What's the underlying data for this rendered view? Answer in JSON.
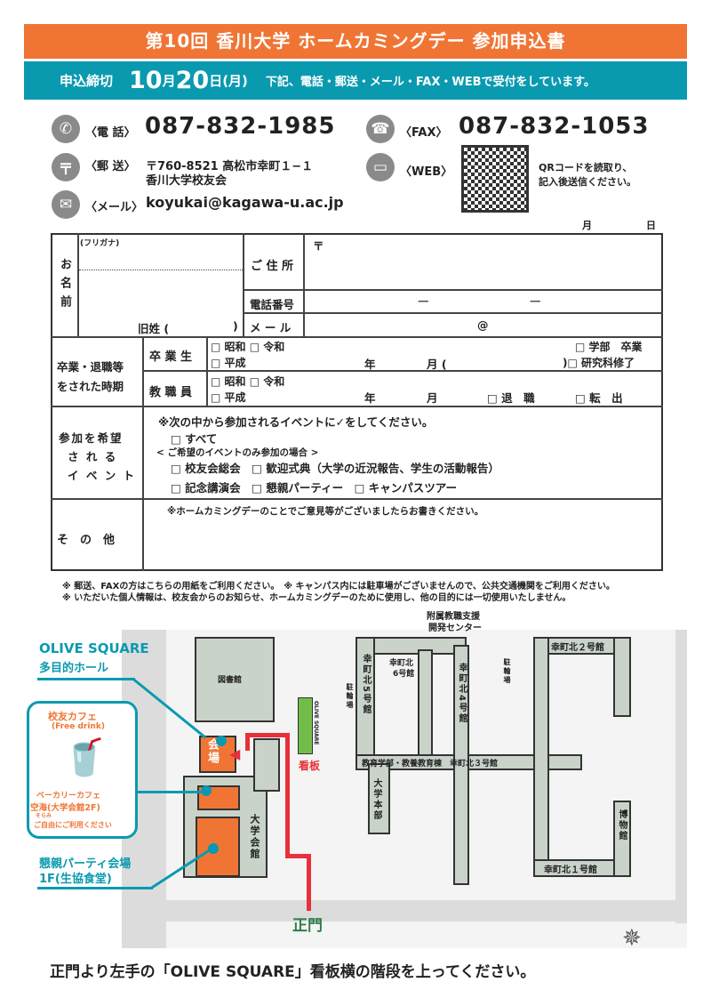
{
  "header": {
    "title": "第10回 香川大学 ホームカミングデー 参加申込書",
    "deadline_label": "申込締切",
    "deadline_month": "10",
    "deadline_month_unit": "月",
    "deadline_day": "20",
    "deadline_day_unit": "日",
    "deadline_weekday": "(月)",
    "methods": "下記、電話・郵送・メール・FAX・WEBで受付をしています。"
  },
  "contact": {
    "phone_label": "〈電 話〉",
    "phone": "087-832-1985",
    "fax_label": "〈FAX〉",
    "fax": "087-832-1053",
    "post_label": "〈郵 送〉",
    "post_address": "〒760-8521 高松市幸町１−１",
    "post_recipient": "香川大学校友会",
    "web_label": "〈WEB〉",
    "web_note_1": "QRコードを読取り、",
    "web_note_2": "記入後送信ください。",
    "mail_label": "〈メール〉",
    "mail": "koyukai@kagawa-u.ac.jp",
    "date_month": "月",
    "date_day": "日"
  },
  "form": {
    "name_label": "お名前",
    "furigana": "(フリガナ)",
    "former_name": "旧姓 (",
    "former_name_close": ")",
    "address_label": "ご 住 所",
    "postal_mark": "〒",
    "phone_label": "電話番号",
    "phone_dash": "—",
    "mail_label": "メ ー ル",
    "at": "@",
    "period_label_1": "卒業・退職等",
    "period_label_2": "をされた時期",
    "graduate_label": "卒 業 生",
    "staff_label": "教 職 員",
    "era_1": "□ 昭和 □ 令和",
    "era_2": "□ 平成",
    "year": "年",
    "month": "月",
    "month_paren": "月 (",
    "faculty": "□ 学部　卒業",
    "grad_school": ")□ 研究科修了",
    "retire": "□ 退　職",
    "transfer": "□ 転　出",
    "event_label_1": "参加を希望",
    "event_label_2": "さ れ る",
    "event_label_3": "イ ベ ン ト",
    "event_instruction": "※次の中から参加されるイベントに✓をしてください。",
    "event_all": "□ すべて",
    "event_sub": "< ご希望のイベントのみ参加の場合 >",
    "events_row1": "□ 校友会総会　□ 歓迎式典（大学の近況報告、学生の活動報告）",
    "events_row2": "□ 記念講演会　□ 懇親パーティー　□ キャンパスツアー",
    "other_label": "そ　の　他",
    "other_note": "※ホームカミングデーのことでご意見等がございましたらお書きください。"
  },
  "notes": [
    "※ 郵送、FAXの方はこちらの用紙をご利用ください。　※ キャンパス内には駐車場がございませんので、公共交通機関をご利用ください。",
    "※ いただいた個人情報は、校友会からのお知らせ、ホームカミングデーのために使用し、他の目的には一切使用いたしません。"
  ],
  "map": {
    "olive_title": "OLIVE SQUARE",
    "olive_sub": "多目的ホール",
    "cafe_title": "校友カフェ",
    "cafe_sub": "(Free drink)",
    "bakery": "ベーカリーカフェ",
    "bakery_name": "空海(大学会館2F)",
    "bakery_ruby": "そらみ",
    "bakery_note": "ご自由にご利用ください",
    "party_1": "懇親パーティ会場",
    "party_2": "1F(生協食堂)",
    "venue": "会場",
    "signboard": "看板",
    "main_gate": "正門",
    "olive_sign": "OLIVE SQUARE",
    "library": "図書館",
    "hall": "大学会館",
    "admin": "大学本部",
    "kita5": "幸町北5号館",
    "kita6_1": "幸町北",
    "kita6_2": "6号館",
    "kita4": "幸町北4号館",
    "kita2": "幸町北２号館",
    "kita3": "教育学部・教養教育棟　幸町北３号館",
    "kita1": "幸町北１号館",
    "museum": "博物館",
    "center_1": "附属教職支援",
    "center_2": "開発センター",
    "bike": "駐輪場"
  },
  "footer": "正門より左手の「OLIVE SQUARE」看板横の階段を上ってください。",
  "colors": {
    "orange": "#f07535",
    "teal": "#0a9ab0",
    "red": "#e8303a",
    "green": "#2f7d4a"
  }
}
